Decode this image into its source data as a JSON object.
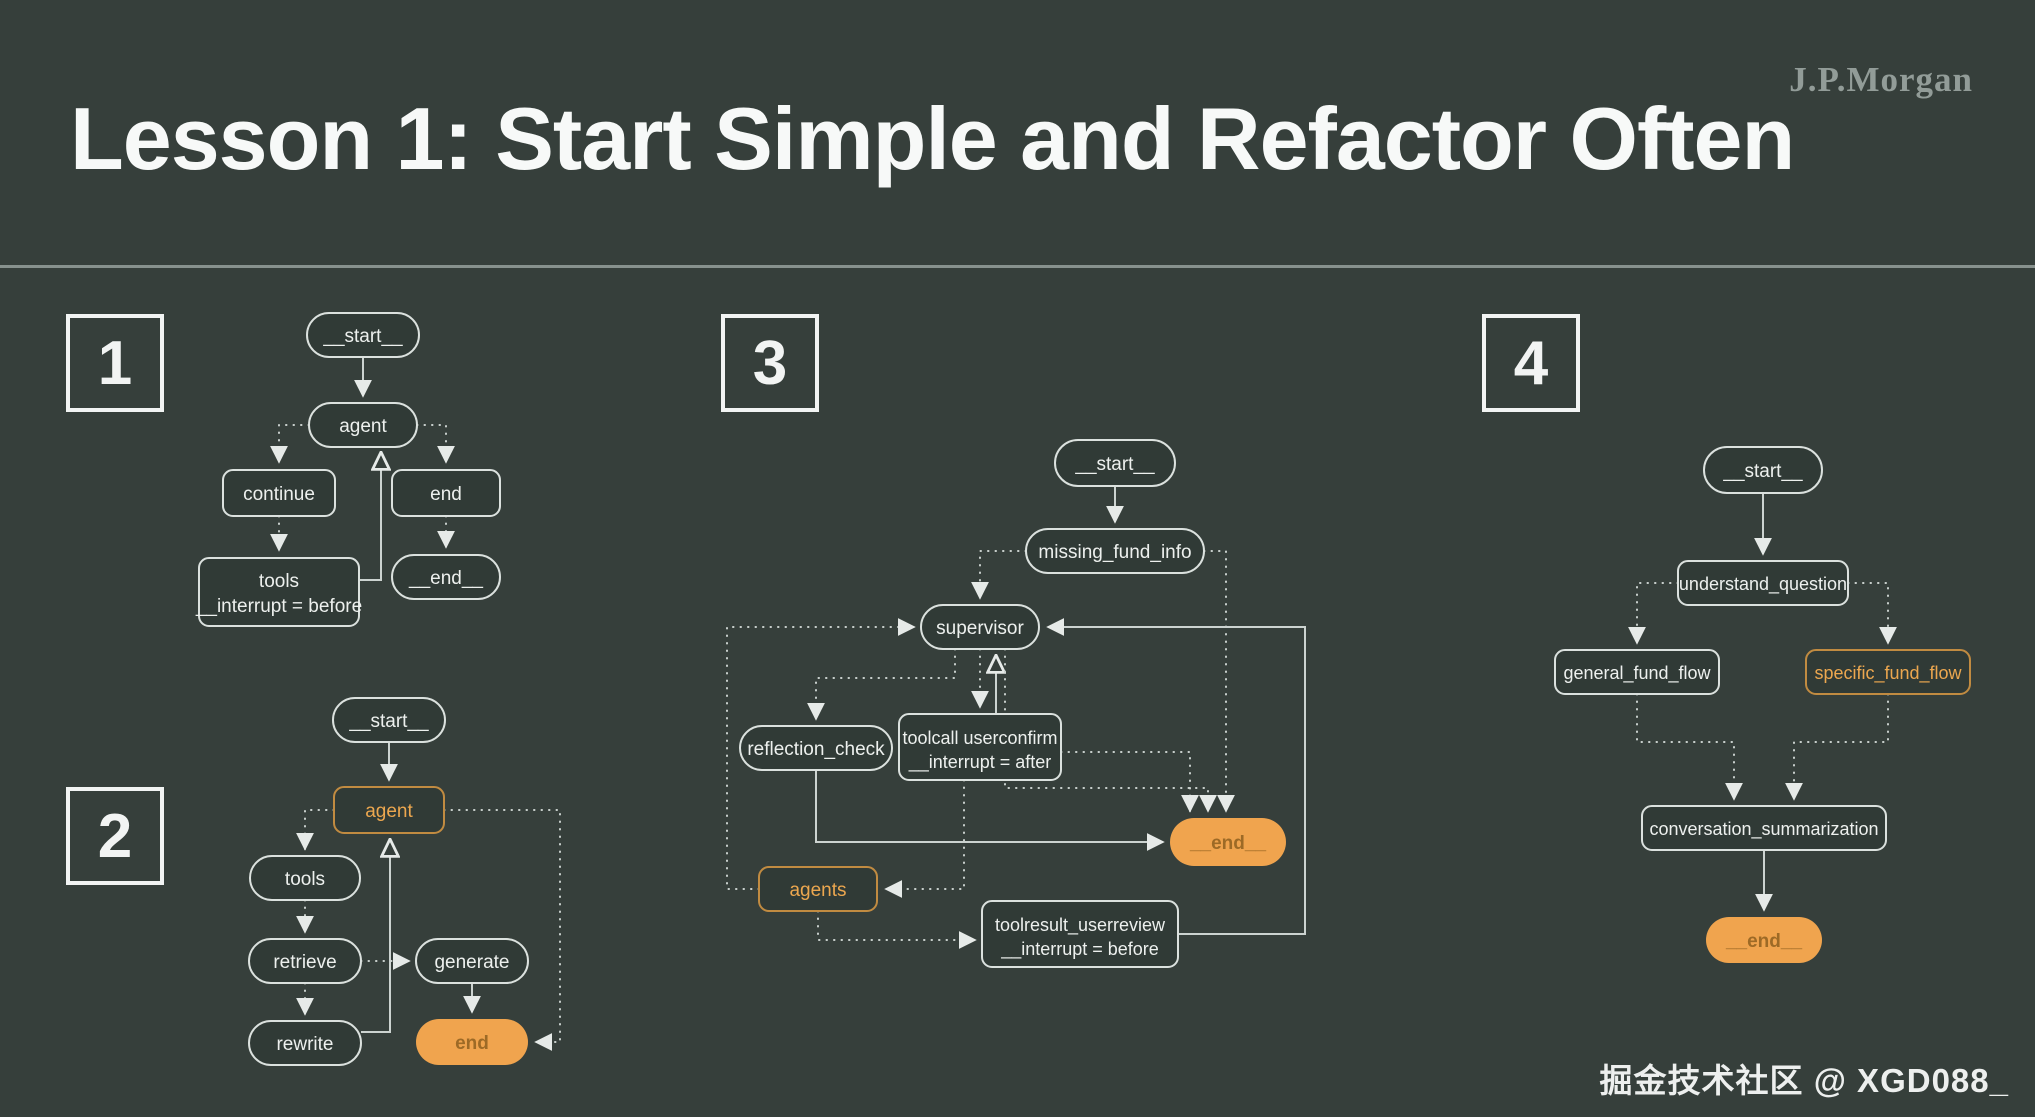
{
  "page": {
    "title": "Lesson 1: Start Simple and Refactor Often",
    "logo": "J.P.Morgan",
    "watermark": "掘金技术社区 @ XGD088_"
  },
  "colors": {
    "background": "#363f3b",
    "node_fill": "#303a36",
    "node_stroke": "#dbe1de",
    "edge_line": "#ccd3d0",
    "accent_orange_fill": "#f0a44e",
    "accent_orange_border": "#c18b41",
    "accent_orange_text": "#eca74f",
    "orange_dark_text": "#9d6a26"
  },
  "diagrams": [
    {
      "number": "1",
      "nodes": {
        "start": "__start__",
        "agent": "agent",
        "continue": "continue",
        "end": "end",
        "tools_line1": "tools",
        "tools_line2": "__interrupt = before",
        "end2": "__end__"
      }
    },
    {
      "number": "2",
      "nodes": {
        "start": "__start__",
        "agent": "agent",
        "tools": "tools",
        "retrieve": "retrieve",
        "generate": "generate",
        "rewrite": "rewrite",
        "end": "end"
      }
    },
    {
      "number": "3",
      "nodes": {
        "start": "__start__",
        "missing_fund_info": "missing_fund_info",
        "supervisor": "supervisor",
        "reflection_check": "reflection_check",
        "toolcall_line1": "toolcall userconfirm",
        "toolcall_line2": "__interrupt = after",
        "end": "__end__",
        "agents": "agents",
        "toolresult_line1": "toolresult_userreview",
        "toolresult_line2": "__interrupt = before"
      }
    },
    {
      "number": "4",
      "nodes": {
        "start": "__start__",
        "understand_question": "understand_question",
        "general_fund_flow": "general_fund_flow",
        "specific_fund_flow": "specific_fund_flow",
        "conversation_summarization": "conversation_summarization",
        "end": "__end__"
      }
    }
  ]
}
